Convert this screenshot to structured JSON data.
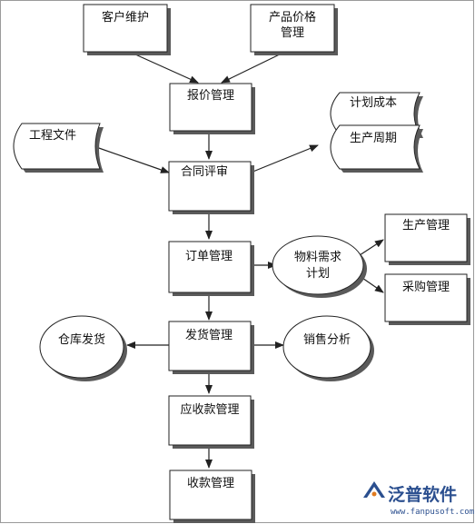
{
  "nodes": {
    "customer": "客户维护",
    "product_1": "产品价格",
    "product_2": "管理",
    "quote": "报价管理",
    "engineering": "工程文件",
    "plan_cost": "计划成本",
    "prod_cycle": "生产周期",
    "contract": "合同评审",
    "order": "订单管理",
    "mrp_1": "物料需求",
    "mrp_2": "计划",
    "prod_mgmt": "生产管理",
    "purchase": "采购管理",
    "warehouse": "仓库发货",
    "delivery": "发货管理",
    "sales": "销售分析",
    "receivable": "应收款管理",
    "collection": "收款管理"
  },
  "watermark": {
    "name": "泛普软件",
    "url": "www.fanpusoft.com"
  },
  "colors": {
    "shadow": "#5a5a5a",
    "stroke": "#222222",
    "brand": "#2b4f8f"
  }
}
